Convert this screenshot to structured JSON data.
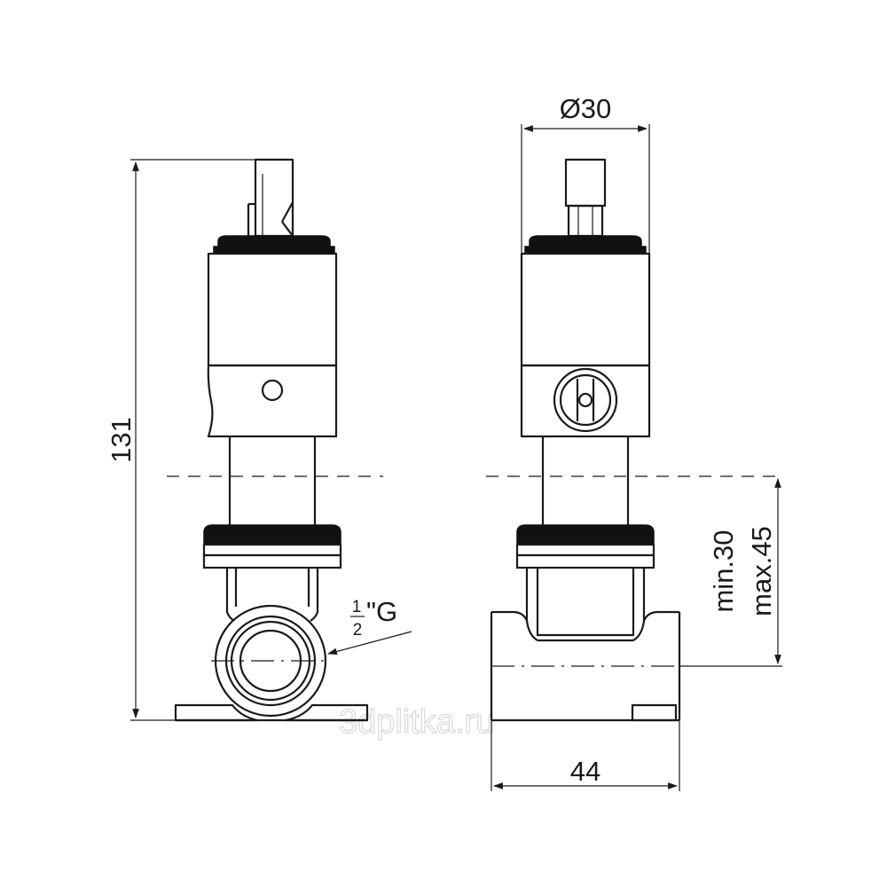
{
  "dimensions": {
    "height": "131",
    "diameter": "Ø30",
    "width": "44",
    "depth_min": "min.30",
    "depth_max": "max.45"
  },
  "thread": {
    "fraction_num": "1",
    "fraction_den": "2",
    "suffix": "\"G"
  },
  "watermark": "3dplitka.ru"
}
